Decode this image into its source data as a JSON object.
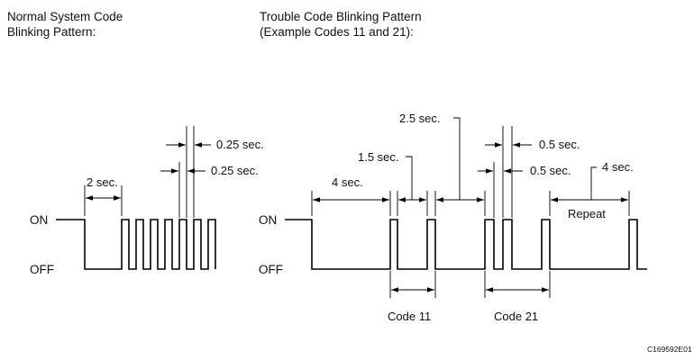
{
  "titles": {
    "normal_line1": "Normal System Code",
    "normal_line2": "Blinking Pattern:",
    "trouble_line1": "Trouble Code Blinking Pattern",
    "trouble_line2": "(Example Codes 11 and 21):"
  },
  "states": {
    "on": "ON",
    "off": "OFF"
  },
  "normal_labels": {
    "off_duration": "2 sec.",
    "on_width": "0.25 sec.",
    "off_width": "0.25 sec."
  },
  "trouble_labels": {
    "start_delay": "4 sec.",
    "digit_gap": "1.5 sec.",
    "code_gap": "2.5 sec.",
    "pulse_on": "0.5 sec.",
    "pulse_off": "0.5 sec.",
    "repeat_gap": "4 sec.",
    "repeat": "Repeat",
    "code_11": "Code 11",
    "code_21": "Code 21"
  },
  "figure_id": "C169592E01"
}
